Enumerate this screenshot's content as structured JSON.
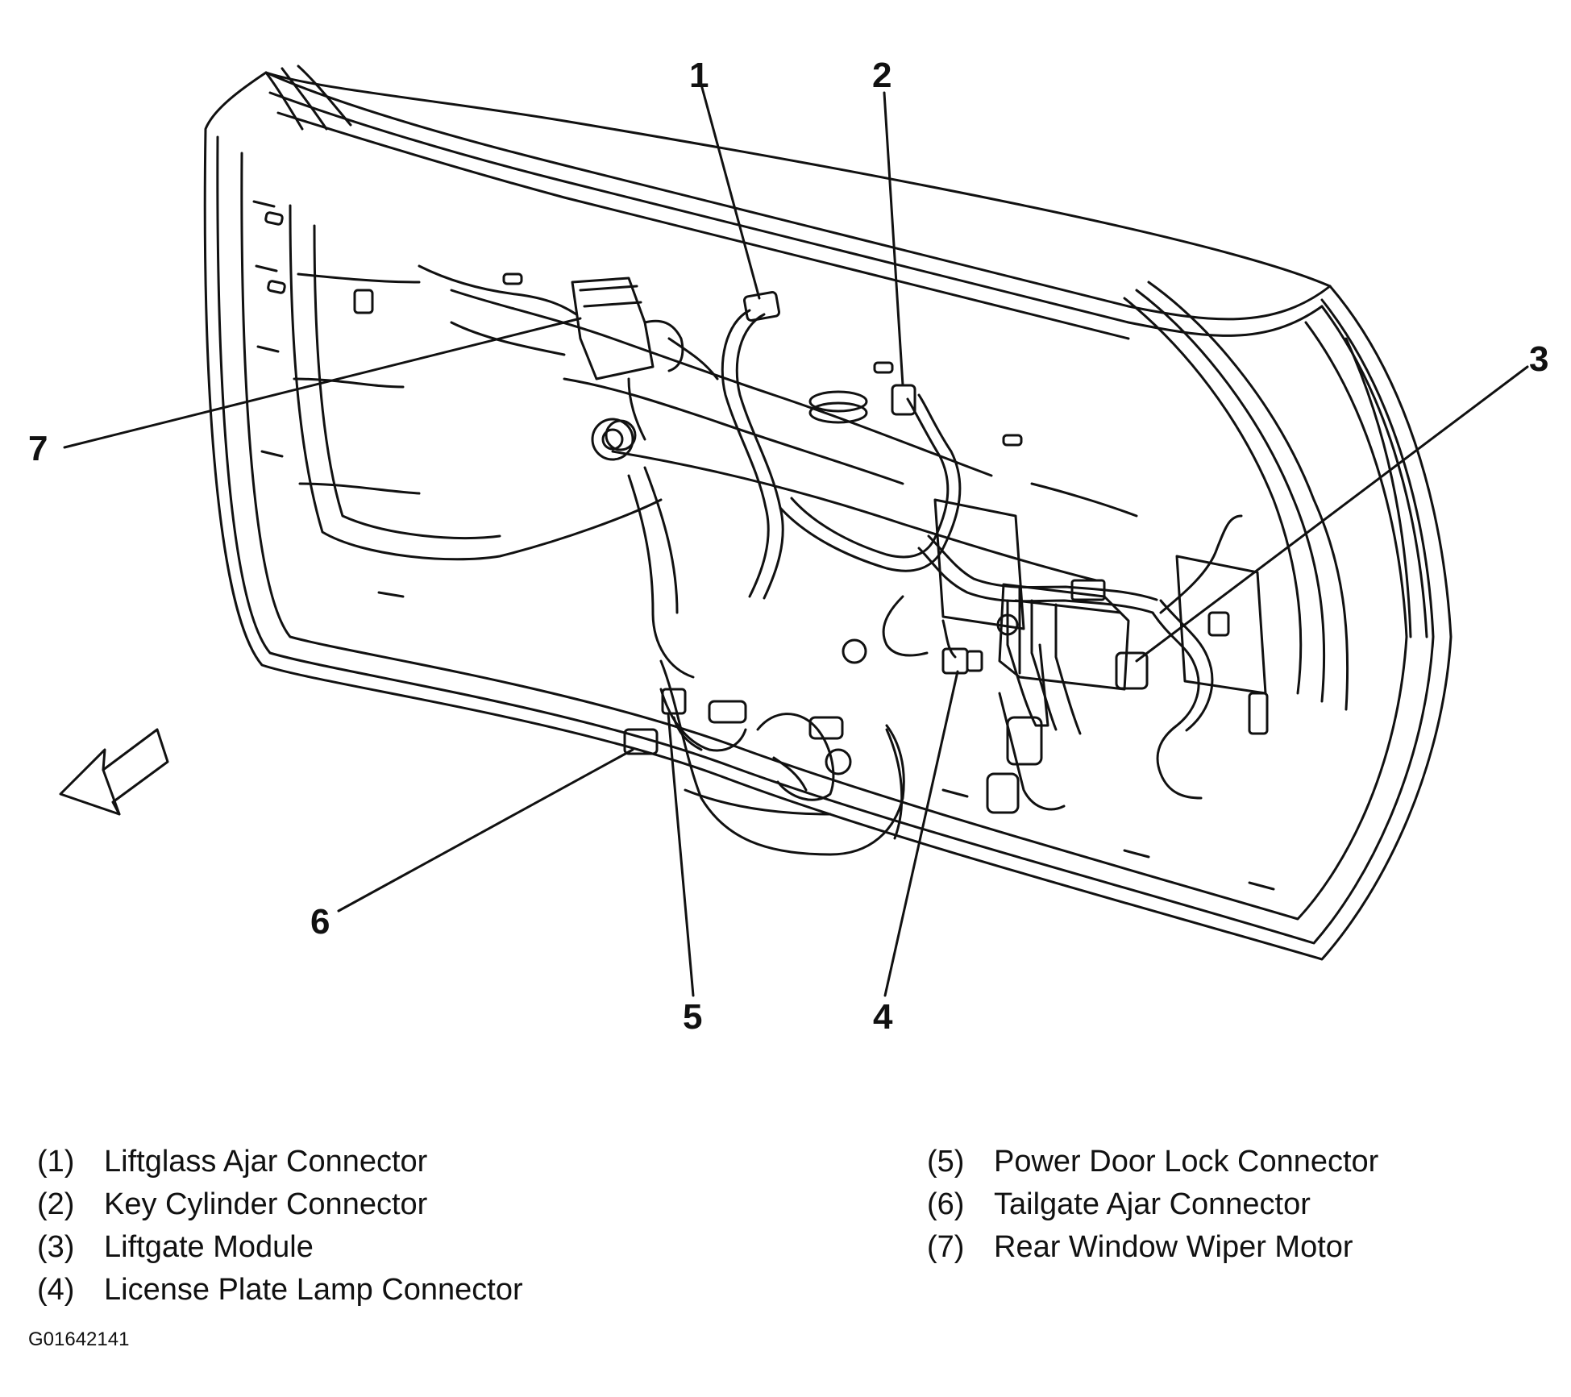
{
  "callouts": [
    {
      "num": "1"
    },
    {
      "num": "2"
    },
    {
      "num": "3"
    },
    {
      "num": "4"
    },
    {
      "num": "5"
    },
    {
      "num": "6"
    },
    {
      "num": "7"
    }
  ],
  "legend": {
    "left": [
      {
        "key": "(1)",
        "label": "Liftglass Ajar Connector"
      },
      {
        "key": "(2)",
        "label": "Key Cylinder Connector"
      },
      {
        "key": "(3)",
        "label": "Liftgate Module"
      },
      {
        "key": "(4)",
        "label": "License Plate Lamp Connector"
      }
    ],
    "right": [
      {
        "key": "(5)",
        "label": "Power Door Lock Connector"
      },
      {
        "key": "(6)",
        "label": "Tailgate Ajar Connector"
      },
      {
        "key": "(7)",
        "label": "Rear Window Wiper Motor"
      }
    ]
  },
  "figure_id": "G01642141",
  "arrow_icon": "front-direction-arrow-icon",
  "line_color": "#111111"
}
